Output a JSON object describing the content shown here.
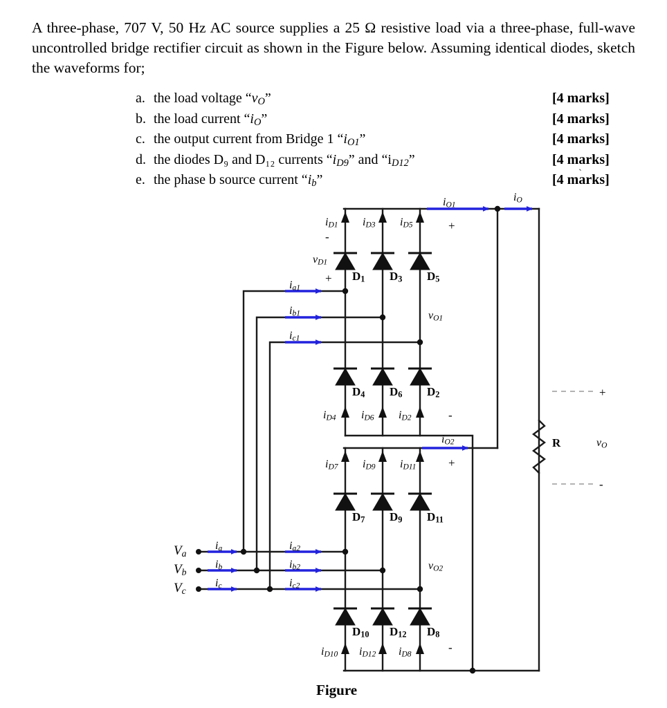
{
  "question": {
    "paragraph": "A three-phase, 707 V, 50 Hz AC source supplies a 25 Ω resistive load via a three-phase, full-wave uncontrolled bridge rectifier circuit as shown in the Figure below. Assuming identical diodes, sketch the waveforms for;",
    "stray_mark": "`",
    "items": [
      {
        "label": "a.",
        "text_pre": "the load voltage “",
        "sym": "v",
        "sub": "O",
        "text_post": "”",
        "marks": "[4 marks]"
      },
      {
        "label": "b.",
        "text_pre": "the load current  “",
        "sym": "i",
        "sub": "O",
        "text_post": "”",
        "marks": "[4 marks]"
      },
      {
        "label": "c.",
        "text_pre": "the output current from Bridge 1 “",
        "sym": "i",
        "sub": "O1",
        "text_post": "”",
        "marks": "[4 marks]"
      },
      {
        "label": "d.",
        "text_pre": "the diodes D₉ and D₁₂ currents “",
        "sym": "i",
        "sub": "D9",
        "text_post": "” and “i",
        "sub2": "D12",
        "text_end": "”",
        "marks": "[4 marks]"
      },
      {
        "label": "e.",
        "text_pre": "the phase b source current “",
        "sym": "i",
        "sub": "b",
        "text_post": "”",
        "marks": "[4 marks]"
      }
    ]
  },
  "figure": {
    "caption": "Figure",
    "colors": {
      "wire": "#1a1a1a",
      "current_arrow": "#2222dd",
      "dashed": "#9a9a9a"
    },
    "sources": [
      {
        "name": "Va",
        "label_sym": "V",
        "label_sub": "a",
        "current": "i",
        "current_sub": "a"
      },
      {
        "name": "Vb",
        "label_sym": "V",
        "label_sub": "b",
        "current": "i",
        "current_sub": "b"
      },
      {
        "name": "Vc",
        "label_sym": "V",
        "label_sub": "c",
        "current": "i",
        "current_sub": "c"
      }
    ],
    "branch_currents_bridge1": [
      {
        "sym": "i",
        "sub": "a1"
      },
      {
        "sym": "i",
        "sub": "b1"
      },
      {
        "sym": "i",
        "sub": "c1"
      }
    ],
    "branch_currents_bridge2": [
      {
        "sym": "i",
        "sub": "a2"
      },
      {
        "sym": "i",
        "sub": "b2"
      },
      {
        "sym": "i",
        "sub": "c2"
      }
    ],
    "bridge1": {
      "top_diodes": [
        {
          "name": "D",
          "sub": "1",
          "current_sym": "i",
          "current_sub": "D1"
        },
        {
          "name": "D",
          "sub": "3",
          "current_sym": "i",
          "current_sub": "D3"
        },
        {
          "name": "D",
          "sub": "5",
          "current_sym": "i",
          "current_sub": "D5"
        }
      ],
      "bottom_diodes": [
        {
          "name": "D",
          "sub": "4",
          "current_sym": "i",
          "current_sub": "D4"
        },
        {
          "name": "D",
          "sub": "6",
          "current_sym": "i",
          "current_sub": "D6"
        },
        {
          "name": "D",
          "sub": "2",
          "current_sym": "i",
          "current_sub": "D2"
        }
      ],
      "output_current": {
        "sym": "i",
        "sub": "O1"
      },
      "output_voltage": {
        "sym": "v",
        "sub": "O1"
      },
      "diode_voltage": {
        "sym": "v",
        "sub": "D1"
      },
      "polarity_top": "+",
      "polarity_bottom": "-",
      "diode_polarity_top": "-",
      "diode_polarity_bottom": "+"
    },
    "bridge2": {
      "top_diodes": [
        {
          "name": "D",
          "sub": "7",
          "current_sym": "i",
          "current_sub": "D7"
        },
        {
          "name": "D",
          "sub": "9",
          "current_sym": "i",
          "current_sub": "D9"
        },
        {
          "name": "D",
          "sub": "11",
          "current_sym": "i",
          "current_sub": "D11"
        }
      ],
      "bottom_diodes": [
        {
          "name": "D",
          "sub": "10",
          "current_sym": "i",
          "current_sub": "D10"
        },
        {
          "name": "D",
          "sub": "12",
          "current_sym": "i",
          "current_sub": "D12"
        },
        {
          "name": "D",
          "sub": "8",
          "current_sym": "i",
          "current_sub": "D8"
        }
      ],
      "output_current": {
        "sym": "i",
        "sub": "O2"
      },
      "output_voltage": {
        "sym": "v",
        "sub": "O2"
      },
      "polarity_top": "+",
      "polarity_bottom": "-"
    },
    "load": {
      "resistor_label": "R",
      "voltage_sym": "v",
      "voltage_sub": "O",
      "polarity_top": "+",
      "polarity_bottom": "-",
      "current_sym": "i",
      "current_sub": "O"
    }
  }
}
